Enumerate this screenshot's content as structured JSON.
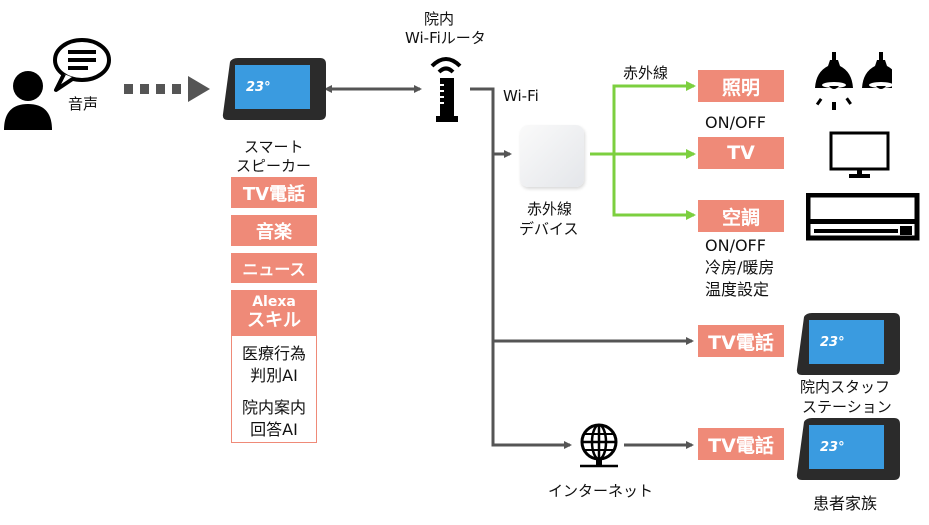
{
  "user": {
    "icon": "person-speaking-icon",
    "voice_label": "音声"
  },
  "smart_speaker": {
    "icon": "smart-display-icon",
    "screen_temp": "23°",
    "label_line1": "スマート",
    "label_line2": "スピーカー",
    "features": [
      {
        "label": "TV電話"
      },
      {
        "label": "音楽"
      },
      {
        "label": "ニュース"
      },
      {
        "label_line1": "Alexa",
        "label_line2": "スキル"
      }
    ],
    "skills": {
      "item1_line1": "医療行為",
      "item1_line2": "判別AI",
      "item2_line1": "院内案内",
      "item2_line2": "回答AI"
    }
  },
  "router": {
    "icon": "wifi-router-icon",
    "label_line1": "院内",
    "label_line2": "Wi-Fiルータ",
    "link_label": "Wi-Fi"
  },
  "ir_device": {
    "icon": "ir-hub-icon",
    "label_line1": "赤外線",
    "label_line2": "デバイス",
    "link_label": "赤外線"
  },
  "appliances": {
    "lighting": {
      "label": "照明",
      "desc": "ON/OFF",
      "icon": "pendant-lamp-icon"
    },
    "tv": {
      "label": "TV",
      "icon": "monitor-icon"
    },
    "aircon": {
      "label": "空調",
      "desc_lines": [
        "ON/OFF",
        "冷房/暖房",
        "温度設定"
      ],
      "icon": "air-conditioner-icon"
    }
  },
  "staff_station": {
    "call_label": "TV電話",
    "label_line1": "院内スタッフ",
    "label_line2": "ステーション",
    "screen_temp": "23°"
  },
  "internet": {
    "icon": "globe-network-icon",
    "label": "インターネット"
  },
  "family": {
    "call_label": "TV電話",
    "label": "患者家族",
    "screen_temp": "23°"
  },
  "colors": {
    "accent": "#ef8a78",
    "ir_green": "#7ccf3f",
    "arrow_gray": "#555555"
  }
}
